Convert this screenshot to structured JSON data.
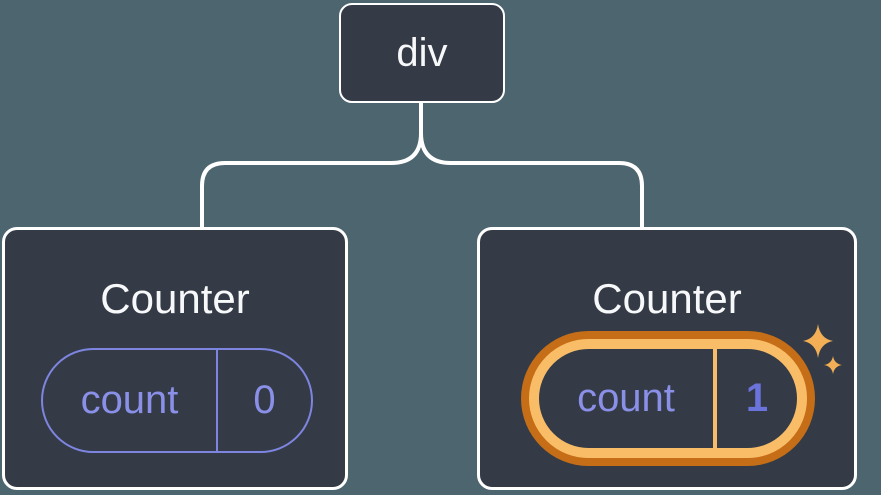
{
  "diagram": {
    "root": {
      "label": "div"
    },
    "children": [
      {
        "title": "Counter",
        "state": {
          "key": "count",
          "value": "0"
        },
        "highlighted": false
      },
      {
        "title": "Counter",
        "state": {
          "key": "count",
          "value": "1"
        },
        "highlighted": true,
        "icon": "sparkles-icon"
      }
    ],
    "colors": {
      "background": "#4D656E",
      "node_fill": "#343B46",
      "node_border": "#FFFFFF",
      "connector": "#FFFFFF",
      "title_text": "#F7F8FA",
      "state_border": "#7D85E0",
      "state_text": "#8A90E8",
      "state_value_bold": "#6B73DC",
      "highlight_outer": "#C56E17",
      "highlight_inner": "#FABD67",
      "sparkle": "#F3AF55"
    }
  }
}
